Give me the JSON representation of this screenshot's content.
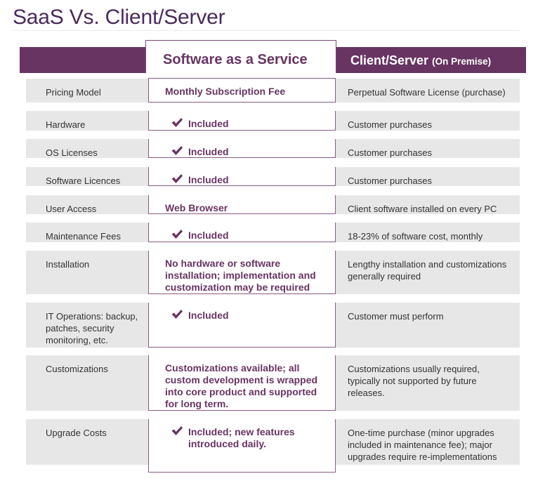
{
  "title": "SaaS Vs. Client/Server",
  "columns": {
    "saas": "Software as a Service",
    "client_main": "Client/Server",
    "client_sub": "(On Premise)"
  },
  "colors": {
    "accent": "#683462",
    "row_bg": "#e7e7e8",
    "text": "#333333"
  },
  "rows": [
    {
      "label": "Pricing Model",
      "saas": "Monthly Subscription Fee",
      "saas_check": false,
      "client": "Perpetual Software License (purchase)"
    },
    {
      "label": "Hardware",
      "saas": "Included",
      "saas_check": true,
      "client": "Customer purchases"
    },
    {
      "label": "OS Licenses",
      "saas": "Included",
      "saas_check": true,
      "client": "Customer purchases"
    },
    {
      "label": "Software Licences",
      "saas": "Included",
      "saas_check": true,
      "client": "Customer purchases"
    },
    {
      "label": "User Access",
      "saas": "Web Browser",
      "saas_check": false,
      "client": "Client software installed on every PC"
    },
    {
      "label": "Maintenance Fees",
      "saas": "Included",
      "saas_check": true,
      "client": "18-23% of software cost, monthly"
    },
    {
      "label": "Installation",
      "saas": "No hardware or software installation; implementation and customization may be required",
      "saas_check": false,
      "client": "Lengthy installation and customizations generally required"
    },
    {
      "label": "IT Operations: backup, patches, security monitoring, etc.",
      "saas": "Included",
      "saas_check": true,
      "client": "Customer must perform"
    },
    {
      "label": "Customizations",
      "saas": "Customizations available; all custom development is wrapped into core product and supported for long term.",
      "saas_check": false,
      "client": "Customizations usually required, typically not supported by future releases."
    },
    {
      "label": "Upgrade Costs",
      "saas": "Included; new features introduced daily.",
      "saas_check": true,
      "client": "One-time purchase (minor upgrades included in maintenance fee); major upgrades require re-implementations"
    }
  ]
}
